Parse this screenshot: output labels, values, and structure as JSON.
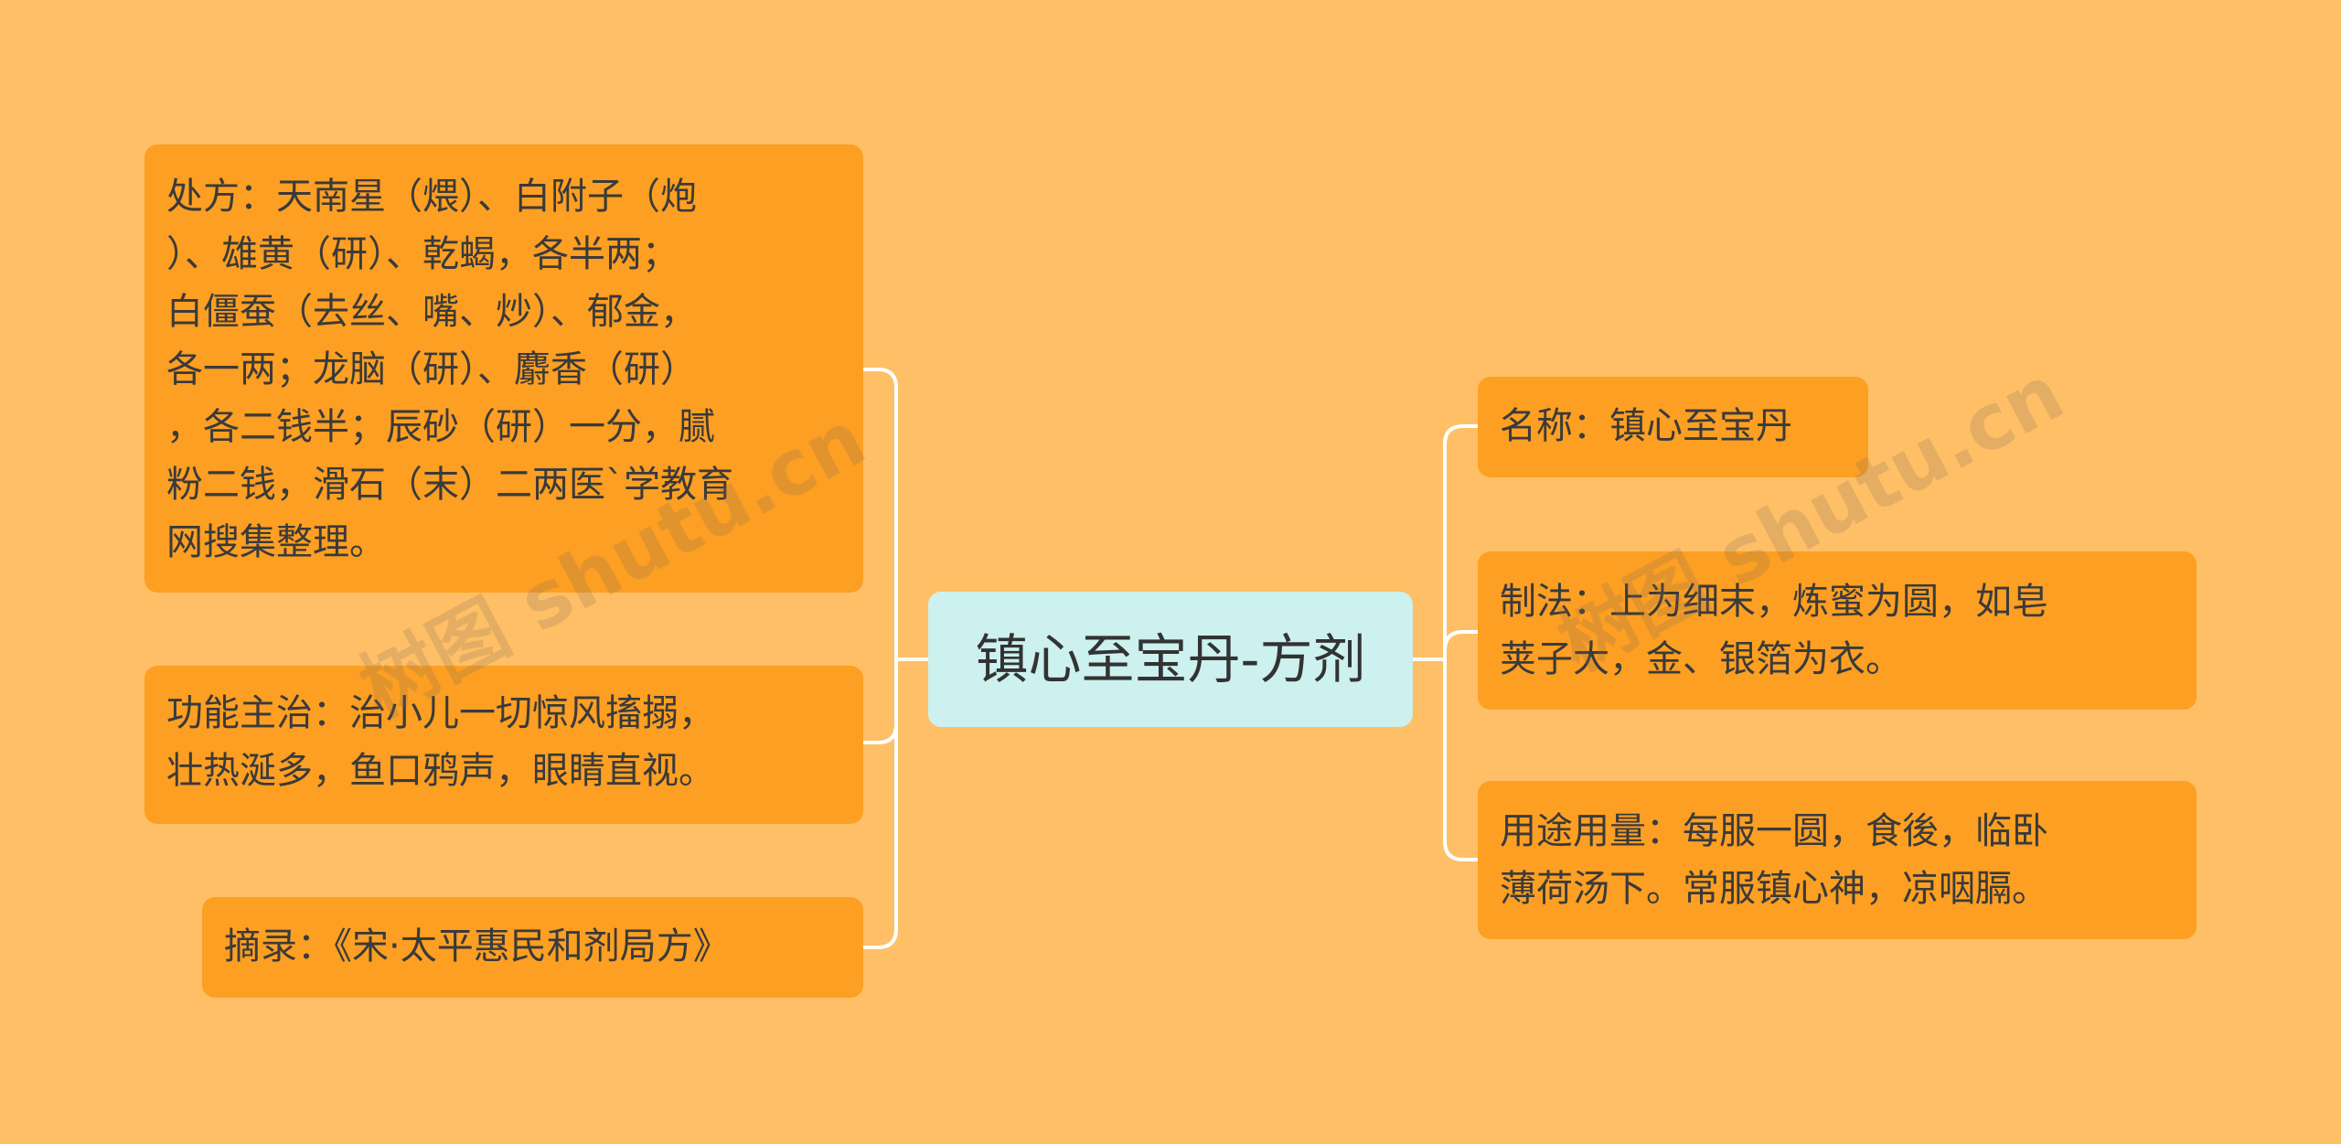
{
  "colors": {
    "background": "#FEBF66",
    "node_fill": "#FC9F22",
    "root_fill": "#CCF1EE",
    "connector": "#FFFFFF",
    "text": "#3a3a3a"
  },
  "root": {
    "label": "镇心至宝丹-方剂"
  },
  "left_branches": [
    {
      "id": "prescription",
      "text": "处方：天南星（煨）、白附子（炮\n）、雄黄（研）、乾蝎，各半两；\n白僵蚕（去丝、嘴、炒）、郁金，\n各一两；龙脑（研）、麝香（研）\n，各二钱半；辰砂（研）一分，腻\n粉二钱，滑石（末）二两医`学教育\n网搜集整理。"
    },
    {
      "id": "indication",
      "text": "功能主治：治小儿一切惊风搐搦，\n壮热涎多，鱼口鸦声，眼睛直视。"
    },
    {
      "id": "source",
      "text": "摘录：《宋·太平惠民和剂局方》"
    }
  ],
  "right_branches": [
    {
      "id": "name",
      "text": "名称：镇心至宝丹"
    },
    {
      "id": "preparation",
      "text": "制法：上为细末，炼蜜为圆，如皂\n荚子大，金、银箔为衣。"
    },
    {
      "id": "usage",
      "text": "用途用量：每服一圆，食後，临卧\n薄荷汤下。常服镇心神，凉咽膈。"
    }
  ],
  "watermarks": [
    "树图 shutu.cn",
    "树图 shutu.cn"
  ]
}
